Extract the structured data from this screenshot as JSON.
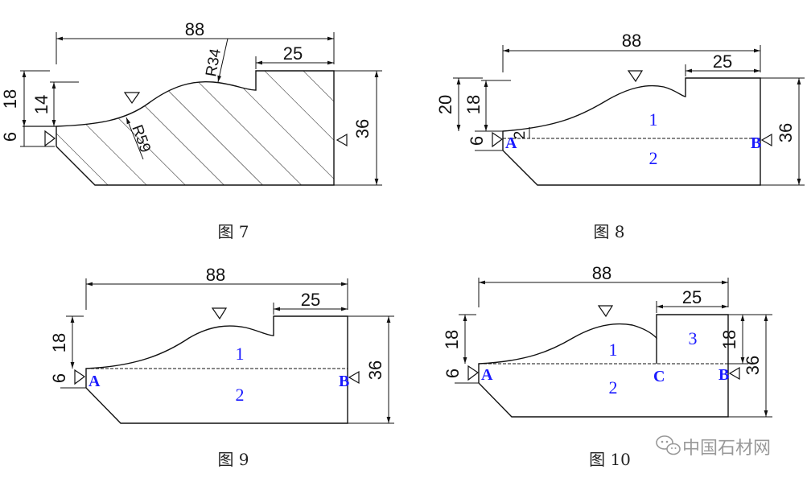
{
  "colors": {
    "line": "#111111",
    "label": "#1a1aff",
    "watermark": "#999999"
  },
  "fig7": {
    "caption": "图 7",
    "overall": "88",
    "step": "25",
    "height_left": "18",
    "height_inner": "14",
    "base": "6",
    "total": "36",
    "r_top": "R34",
    "r_low": "R59"
  },
  "fig8": {
    "caption": "图 8",
    "overall": "88",
    "step": "25",
    "h20": "20",
    "h18": "18",
    "base": "6",
    "h2": "2",
    "total": "36",
    "zone1": "1",
    "zone2": "2",
    "pA": "A",
    "pB": "B"
  },
  "fig9": {
    "caption": "图 9",
    "overall": "88",
    "step": "25",
    "h18": "18",
    "base": "6",
    "total": "36",
    "zone1": "1",
    "zone2": "2",
    "pA": "A",
    "pB": "B"
  },
  "fig10": {
    "caption": "图 10",
    "overall": "88",
    "step": "25",
    "h18": "18",
    "base": "6",
    "right18": "18",
    "total": "36",
    "zone1": "1",
    "zone2": "2",
    "zone3": "3",
    "pA": "A",
    "pB": "B",
    "pC": "C"
  },
  "watermark": {
    "text": "中国石材网",
    "icon": "wechat-icon"
  }
}
